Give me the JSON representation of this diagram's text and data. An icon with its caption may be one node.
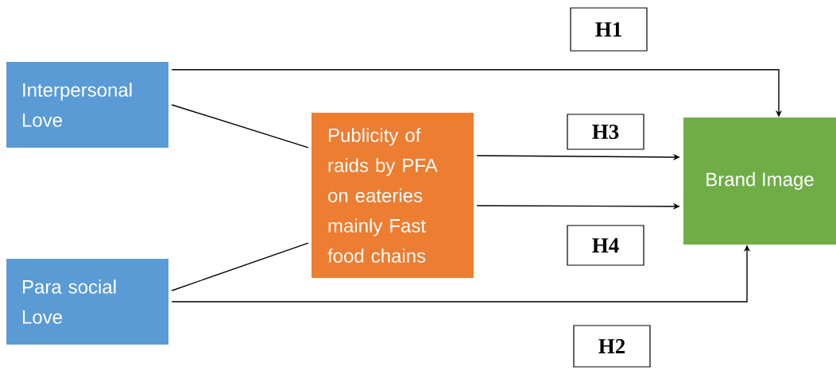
{
  "diagram": {
    "nodes": [
      {
        "text": [
          "Interpersonal Love"
        ]
      },
      {
        "text": [
          "Para social Love"
        ]
      },
      {
        "text": [
          "Publicity of raids by PFA on eateries mainly Fast food chains"
        ]
      },
      {
        "text": [
          "Brand Image"
        ]
      },
      {
        "text": [
          "H1"
        ]
      },
      {
        "text": [
          "H3"
        ]
      },
      {
        "text": [
          "H4"
        ]
      },
      {
        "text": [
          "H2"
        ]
      }
    ],
    "edges": [
      {
        "from": 0,
        "to": 3,
        "arrow": "to"
      },
      {
        "from": 0,
        "to": 2,
        "arrow": "none"
      },
      {
        "from": 1,
        "to": 2,
        "arrow": "none"
      },
      {
        "from": 2,
        "to": 3,
        "arrow": "to"
      },
      {
        "from": 2,
        "to": 3,
        "arrow": "to"
      },
      {
        "from": 1,
        "to": 3,
        "arrow": "to"
      }
    ]
  }
}
